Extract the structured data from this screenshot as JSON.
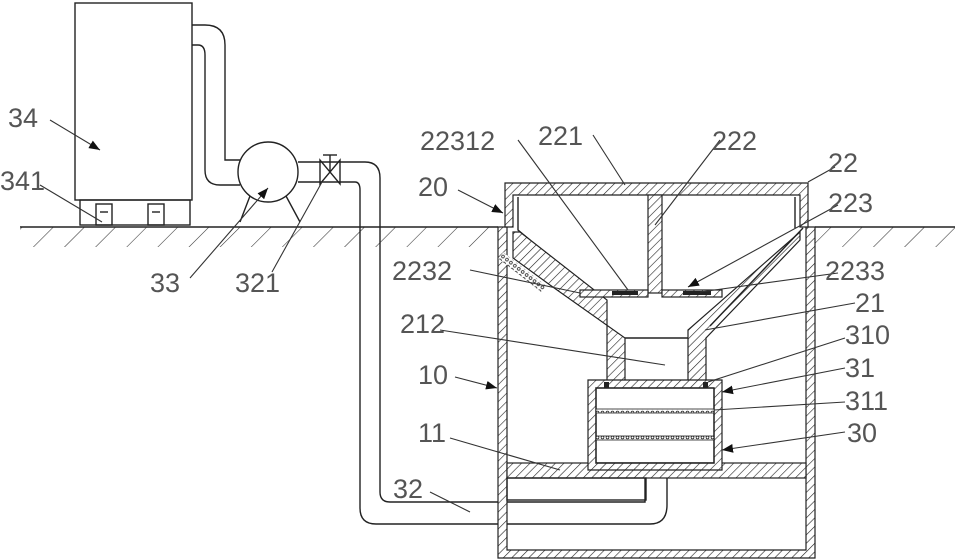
{
  "figure": {
    "type": "patent-schematic",
    "labels": {
      "l34": "34",
      "l341": "341",
      "l33": "33",
      "l321": "321",
      "l20": "20",
      "l22312": "22312",
      "l221": "221",
      "l222": "222",
      "l22": "22",
      "l223": "223",
      "l2232": "2232",
      "l2233": "2233",
      "l21": "21",
      "l212": "212",
      "l310": "310",
      "l31": "31",
      "l311": "311",
      "l10": "10",
      "l30": "30",
      "l11": "11",
      "l32": "32"
    },
    "colors": {
      "line": "#222222",
      "label": "#555555",
      "background": "#ffffff"
    }
  }
}
